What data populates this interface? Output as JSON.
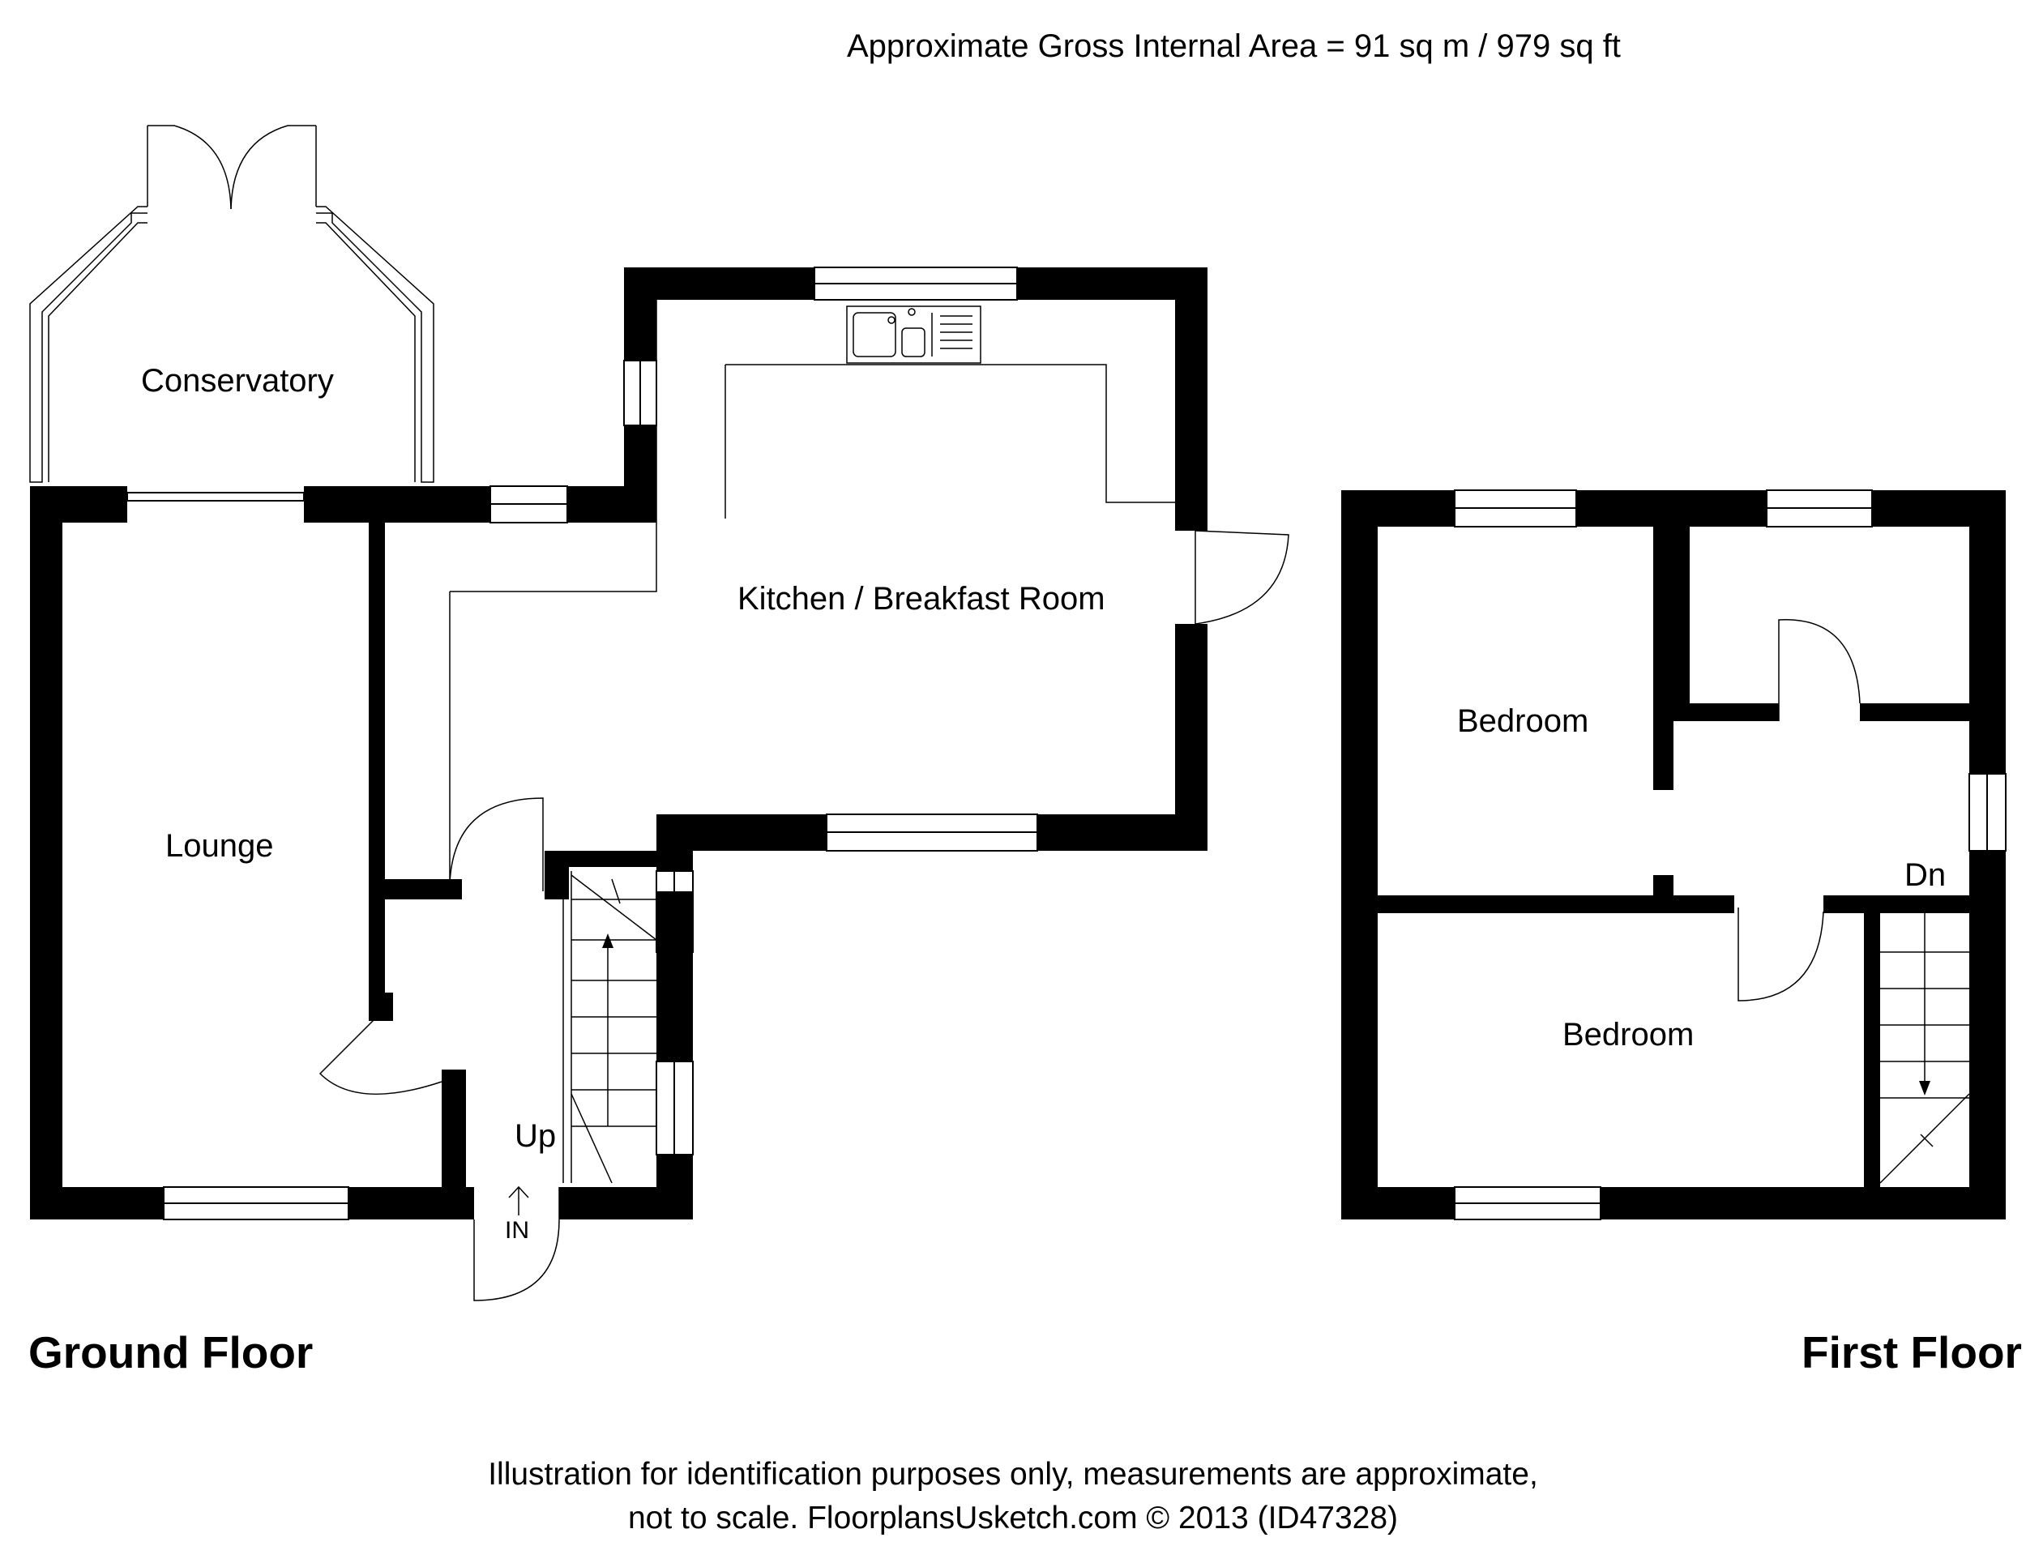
{
  "header": {
    "area_text": "Approximate Gross Internal Area  = 91 sq m / 979 sq ft"
  },
  "ground_floor": {
    "title": "Ground Floor",
    "rooms": {
      "conservatory": "Conservatory",
      "kitchen": "Kitchen / Breakfast Room",
      "lounge": "Lounge"
    },
    "stairs_label": "Up",
    "entrance_label": "IN"
  },
  "first_floor": {
    "title": "First Floor",
    "rooms": {
      "bedroom_1": "Bedroom",
      "bedroom_2": "Bedroom"
    },
    "stairs_label": "Dn"
  },
  "footer": {
    "line1": "Illustration for identification purposes only, measurements are approximate,",
    "line2": "not to scale. FloorplansUsketch.com © 2013 (ID47328)"
  }
}
